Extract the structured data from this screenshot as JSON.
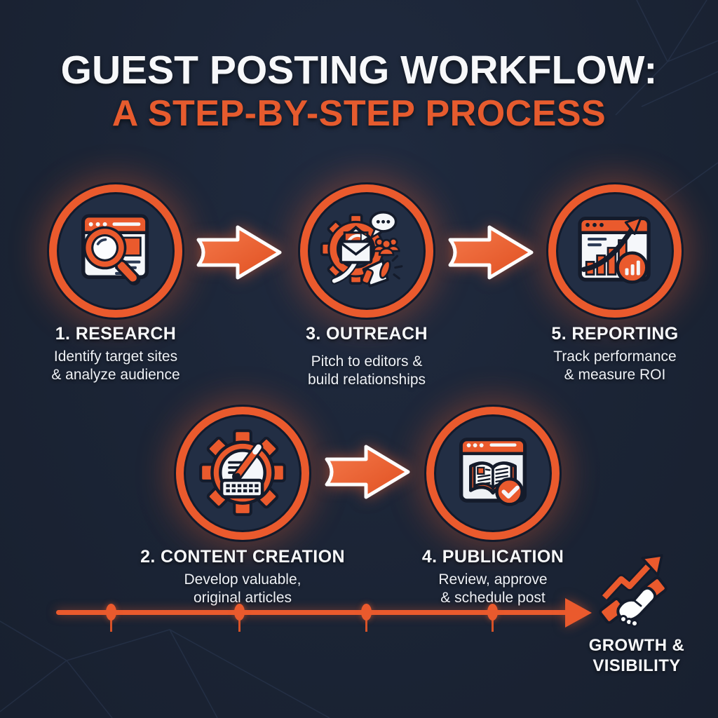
{
  "title": {
    "line1": "GUEST POSTING WORKFLOW:",
    "line2": "A STEP-BY-STEP PROCESS"
  },
  "steps": [
    {
      "title": "1. RESEARCH",
      "desc1": "Identify target sites",
      "desc2": "& analyze audience",
      "icon": "research-browser-magnifier-icon"
    },
    {
      "title": "3. OUTREACH",
      "desc1": "Pitch to editors &",
      "desc2": "build relationships",
      "icon": "outreach-gear-envelope-megaphone-icon"
    },
    {
      "title": "5. REPORTING",
      "desc1": "Track performance",
      "desc2": "& measure ROI",
      "icon": "reporting-analytics-chart-icon"
    },
    {
      "title": "2. CONTENT CREATION",
      "desc1": "Develop valuable,",
      "desc2": "original articles",
      "icon": "content-creation-gear-pencil-keyboard-icon"
    },
    {
      "title": "4. PUBLICATION",
      "desc1": "Review, approve",
      "desc2": "& schedule post",
      "icon": "publication-book-approved-icon"
    }
  ],
  "outcome": {
    "line1": "GROWTH &",
    "line2": "VISIBILITY",
    "icon": "handshake-growth-arrow-icon"
  },
  "timeline": {
    "dot_count": 4
  },
  "colors": {
    "background": "#1b2435",
    "accent_orange": "#ea5a2d",
    "text_white": "#f7f8fa",
    "outline_dark": "#141b2b"
  }
}
